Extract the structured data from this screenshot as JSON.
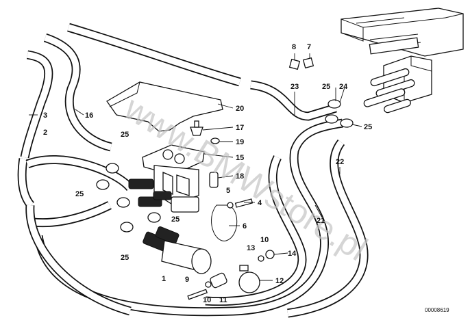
{
  "diagram": {
    "callouts": {
      "c1": "1",
      "c2": "2",
      "c3": "3",
      "c4": "4",
      "c5": "5",
      "c6": "6",
      "c7": "7",
      "c8": "8",
      "c9": "9",
      "c10a": "10",
      "c10b": "10",
      "c11": "11",
      "c12": "12",
      "c13": "13",
      "c14": "14",
      "c15": "15",
      "c16": "16",
      "c17": "17",
      "c18": "18",
      "c19": "19",
      "c20": "20",
      "c21": "21",
      "c22": "22",
      "c23": "23",
      "c24": "24",
      "c25a": "25",
      "c25b": "25",
      "c25c": "25",
      "c25d": "25",
      "c25e": "25",
      "c25f": "25"
    },
    "watermark": "www.BMWstore.pl",
    "reference_number": "00008619"
  }
}
